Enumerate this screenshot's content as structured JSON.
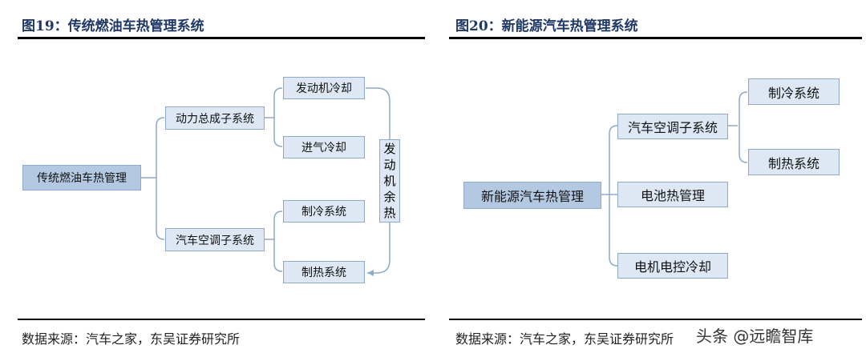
{
  "left": {
    "title": "图19：传统燃油车热管理系统",
    "root": "传统燃油车热管理",
    "sub1": "动力总成子系统",
    "sub1_items": [
      "发动机冷却",
      "进气冷却"
    ],
    "sub2": "汽车空调子系统",
    "sub2_items": [
      "制冷系统",
      "制热系统"
    ],
    "waste_heat": [
      "发",
      "动",
      "机",
      "余",
      "热"
    ],
    "source": "数据来源：汽车之家，东吴证券研究所"
  },
  "right": {
    "title": "图20：新能源汽车热管理系统",
    "root": "新能源汽车热管理",
    "sub1": "汽车空调子系统",
    "sub1_items": [
      "制冷系统",
      "制热系统"
    ],
    "sub2": "电池热管理",
    "sub3": "电机电控冷却",
    "source": "数据来源：汽车之家，东吴证券研究所"
  },
  "watermark": "头条 @远瞻智库",
  "colors": {
    "title": "#1f3864",
    "box_light": "#dde8f4",
    "box_dark": "#b3c8e1",
    "border": "#8fa9c8"
  }
}
